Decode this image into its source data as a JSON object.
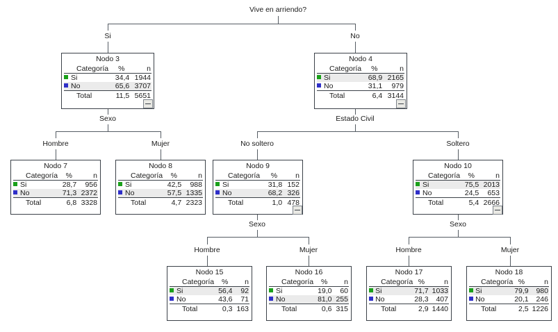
{
  "diagram": {
    "type": "decision-tree",
    "title": "",
    "root_question": "Vive en arriendo?",
    "columns": {
      "category": "Categoría",
      "percent": "%",
      "n": "n",
      "total": "Total"
    },
    "colors": {
      "si": "#1aa01a",
      "no": "#2f2fc8",
      "border": "#3b4148",
      "highlight": "#ebebeb",
      "line": "#555c63"
    },
    "edges": {
      "root_si": "Si",
      "root_no": "No",
      "n3_split": "Sexo",
      "n3_hombre": "Hombre",
      "n3_mujer": "Mujer",
      "n4_split": "Estado Civil",
      "n4_no_soltero": "No soltero",
      "n4_soltero": "Soltero",
      "n9_split": "Sexo",
      "n9_hombre": "Hombre",
      "n9_mujer": "Mujer",
      "n10_split": "Sexo",
      "n10_hombre": "Hombre",
      "n10_mujer": "Mujer"
    },
    "nodes": {
      "n3": {
        "title": "Nodo 3",
        "rows": [
          {
            "label": "Si",
            "pct": "34,4",
            "n": "1944",
            "swatch": "si",
            "highlight": false
          },
          {
            "label": "No",
            "pct": "65,6",
            "n": "3707",
            "swatch": "no",
            "highlight": true
          }
        ],
        "total": {
          "label": "Total",
          "pct": "11,5",
          "n": "5651"
        }
      },
      "n4": {
        "title": "Nodo 4",
        "rows": [
          {
            "label": "Si",
            "pct": "68,9",
            "n": "2165",
            "swatch": "si",
            "highlight": true
          },
          {
            "label": "No",
            "pct": "31,1",
            "n": "979",
            "swatch": "no",
            "highlight": false
          }
        ],
        "total": {
          "label": "Total",
          "pct": "6,4",
          "n": "3144"
        }
      },
      "n7": {
        "title": "Nodo 7",
        "rows": [
          {
            "label": "Si",
            "pct": "28,7",
            "n": "956",
            "swatch": "si",
            "highlight": false
          },
          {
            "label": "No",
            "pct": "71,3",
            "n": "2372",
            "swatch": "no",
            "highlight": true
          }
        ],
        "total": {
          "label": "Total",
          "pct": "6,8",
          "n": "3328"
        }
      },
      "n8": {
        "title": "Nodo 8",
        "rows": [
          {
            "label": "Si",
            "pct": "42,5",
            "n": "988",
            "swatch": "si",
            "highlight": false
          },
          {
            "label": "No",
            "pct": "57,5",
            "n": "1335",
            "swatch": "no",
            "highlight": true
          }
        ],
        "total": {
          "label": "Total",
          "pct": "4,7",
          "n": "2323"
        }
      },
      "n9": {
        "title": "Nodo 9",
        "rows": [
          {
            "label": "Si",
            "pct": "31,8",
            "n": "152",
            "swatch": "si",
            "highlight": false
          },
          {
            "label": "No",
            "pct": "68,2",
            "n": "326",
            "swatch": "no",
            "highlight": true
          }
        ],
        "total": {
          "label": "Total",
          "pct": "1,0",
          "n": "478"
        }
      },
      "n10": {
        "title": "Nodo 10",
        "rows": [
          {
            "label": "Si",
            "pct": "75,5",
            "n": "2013",
            "swatch": "si",
            "highlight": true
          },
          {
            "label": "No",
            "pct": "24,5",
            "n": "653",
            "swatch": "no",
            "highlight": false
          }
        ],
        "total": {
          "label": "Total",
          "pct": "5,4",
          "n": "2666"
        }
      },
      "n15": {
        "title": "Nodo 15",
        "rows": [
          {
            "label": "Si",
            "pct": "56,4",
            "n": "92",
            "swatch": "si",
            "highlight": true
          },
          {
            "label": "No",
            "pct": "43,6",
            "n": "71",
            "swatch": "no",
            "highlight": false
          }
        ],
        "total": {
          "label": "Total",
          "pct": "0,3",
          "n": "163"
        }
      },
      "n16": {
        "title": "Nodo 16",
        "rows": [
          {
            "label": "Si",
            "pct": "19,0",
            "n": "60",
            "swatch": "si",
            "highlight": false
          },
          {
            "label": "No",
            "pct": "81,0",
            "n": "255",
            "swatch": "no",
            "highlight": true
          }
        ],
        "total": {
          "label": "Total",
          "pct": "0,6",
          "n": "315"
        }
      },
      "n17": {
        "title": "Nodo 17",
        "rows": [
          {
            "label": "Si",
            "pct": "71,7",
            "n": "1033",
            "swatch": "si",
            "highlight": true
          },
          {
            "label": "No",
            "pct": "28,3",
            "n": "407",
            "swatch": "no",
            "highlight": false
          }
        ],
        "total": {
          "label": "Total",
          "pct": "2,9",
          "n": "1440"
        }
      },
      "n18": {
        "title": "Nodo 18",
        "rows": [
          {
            "label": "Si",
            "pct": "79,9",
            "n": "980",
            "swatch": "si",
            "highlight": true
          },
          {
            "label": "No",
            "pct": "20,1",
            "n": "246",
            "swatch": "no",
            "highlight": false
          }
        ],
        "total": {
          "label": "Total",
          "pct": "2,5",
          "n": "1226"
        }
      }
    }
  }
}
